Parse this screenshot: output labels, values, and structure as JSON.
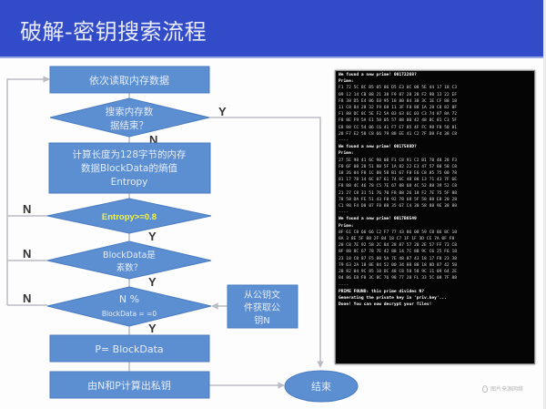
{
  "slide": {
    "title": "破解-密钥搜索流程"
  },
  "flowchart": {
    "nodes": {
      "read_memory": "依次读取内存数据",
      "search_end_1": "搜索内存数",
      "search_end_2": "据结束？",
      "entropy_1": "计算长度为128字节的内存",
      "entropy_2": "数据BlockData的熵值",
      "entropy_3": "Entropy",
      "entropy_check": "Entropy>=0.8",
      "prime_check_1": "BlockData是",
      "prime_check_2": "素数？",
      "mod_check_1": "N %",
      "mod_check_2": "BlockData = =0",
      "pubkey_1": "从公钥文",
      "pubkey_2": "件获取公",
      "pubkey_3": "钥N",
      "assign_p": "P= BlockData",
      "compute_key": "由N和P计算出私钥",
      "end": "结束"
    },
    "edge_labels": {
      "search_end_yes": "Y",
      "search_end_no": "N",
      "entropy_no": "N",
      "entropy_yes": "Y",
      "prime_no": "N",
      "prime_yes": "Y",
      "mod_no": "N",
      "mod_yes": "Y"
    },
    "colors": {
      "shape_fill": "#5b8fd2",
      "shape_stroke": "#4a7bc0",
      "text": "#e6ecf7",
      "highlight_text": "#f2f24a",
      "line": "#b9bcc4"
    }
  },
  "terminal": {
    "lines": [
      {
        "text": "We found a new prime! 00172268?",
        "hl": true
      },
      {
        "text": "Prime:",
        "hl": true
      },
      {
        "text": "F1 72 5C 8C B5 05 86 D5 E3 0C 08 5E 44 17 18 C3"
      },
      {
        "text": "09 12 14 CB 88 21 38 F9 87 28 28 F2 98 13 22 EF"
      },
      {
        "text": "F8 38 D5 E4 86 E8 95 18 80 84 38 3C 1E CF 88 18"
      },
      {
        "text": "11 C8 84 28 32 F9 68 11 3F F8 88 1A 28 C8 82 8F"
      },
      {
        "text": "F1 88 DC 8C 5E F2 5A 03 63 6C 03 C3 74 87 8A 72"
      },
      {
        "text": "F8 8E F9 5A E1 58 05 57 88 80 42 48 8C 81 C3 5F"
      },
      {
        "text": "E8 88 CC 54 86 C6 41 F7 E7 85 4F FC 98 F8 50 81"
      },
      {
        "text": "28 F7 E2 58 C8 66 79 88 EE 41 C2 7F D8 F4 38 C8"
      },
      {
        "text": "----"
      },
      {
        "text": "We found a new prime! 0017588D?",
        "hl": true
      },
      {
        "text": "Prime:",
        "hl": true
      },
      {
        "text": "27 5E 98 41 6C 98 08 F1 C8 91 C2 B1 78 48 28 F3"
      },
      {
        "text": "F0 6F 08 28 51 88 5F 1A 82 22 E3 47 57 88 58 C8"
      },
      {
        "text": "18 26 04 F8 1C 88 58 B1 67 F8 E6 C8 85 75 00 78"
      },
      {
        "text": "81 17 78 14 6C 07 61 74 6C 48 88 13 71 43 7F 6E"
      },
      {
        "text": "F8 88 4C 46 78 C5 7E 67 88 68 4C 52 88 39 52 C8"
      },
      {
        "text": "21 27 C8 31 51 76 70 F8 88 26 18 F2 7E 75 5F 88"
      },
      {
        "text": "78 58 DA FE 51 43 F8 92 78 68 5F 58 88 E8 20 28"
      },
      {
        "text": "C1 98 F4 D8 87 F8 88 35 67 C4 38 58 88 9E 38 88"
      },
      {
        "text": "----"
      },
      {
        "text": "We found a new prime! 0017B6549",
        "hl": true
      },
      {
        "text": "Prime:",
        "hl": true
      },
      {
        "text": "8F 61 C8 66 66 C2 F7 77 43 86 08 59 C8 86 8C 18"
      },
      {
        "text": "8A 3 8E 5F 88 2F 84 18 C7 1F 1F 3D CE 7A 0F F8"
      },
      {
        "text": "28 C8 7E 92 58 2C 84 28 87 57 28 2E 57 FF 73 C8"
      },
      {
        "text": "8F 88 8C 67 78 7E 42 88 14 7C 8B 9C C6 25 F6 18"
      },
      {
        "text": "23 18 C8 87 F5 88 5A 7E 48 87 43 18 17 F8 23 38"
      },
      {
        "text": "79 63 2A 18 8E 84 52 00 34 88 88 18 8D 87 42 58"
      },
      {
        "text": "28 82 04 9C 85 18 DC 48 C8 58 58 9C 11 09 64 2E"
      },
      {
        "text": "84 86 E8 F8 3C 8C 76 98 77 28 FL 33 5C 08 7F 88"
      },
      {
        "text": "----"
      },
      {
        "text": "PRIME FOUND: this prime divides N?",
        "hl": true
      },
      {
        "text": "Generating the private key in 'priv.key'...",
        "hl": true
      },
      {
        "text": "Done! You can now decrypt your files!",
        "hl": true
      }
    ]
  },
  "watermark": {
    "text": "图片来源网络"
  }
}
